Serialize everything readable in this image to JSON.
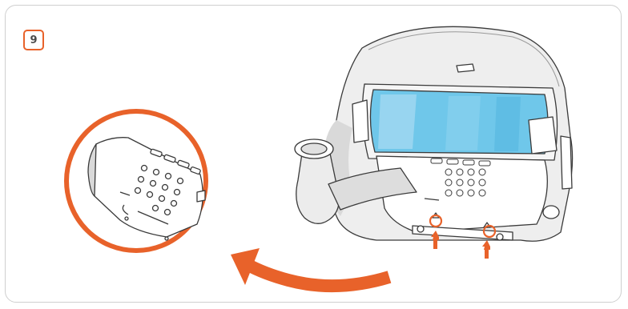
{
  "step": {
    "number": "9"
  },
  "colors": {
    "accent": "#e8622a",
    "frame_border": "#cfcfcf",
    "visor_blue": "#6fc7ea",
    "line": "#3a3a3a",
    "shade": "#d9d9d9"
  },
  "icons": {
    "zoom_detail": "circle-magnified-plate",
    "direction_arrow": "curved-arrow-left",
    "pointer_arrows": "up-arrow"
  }
}
